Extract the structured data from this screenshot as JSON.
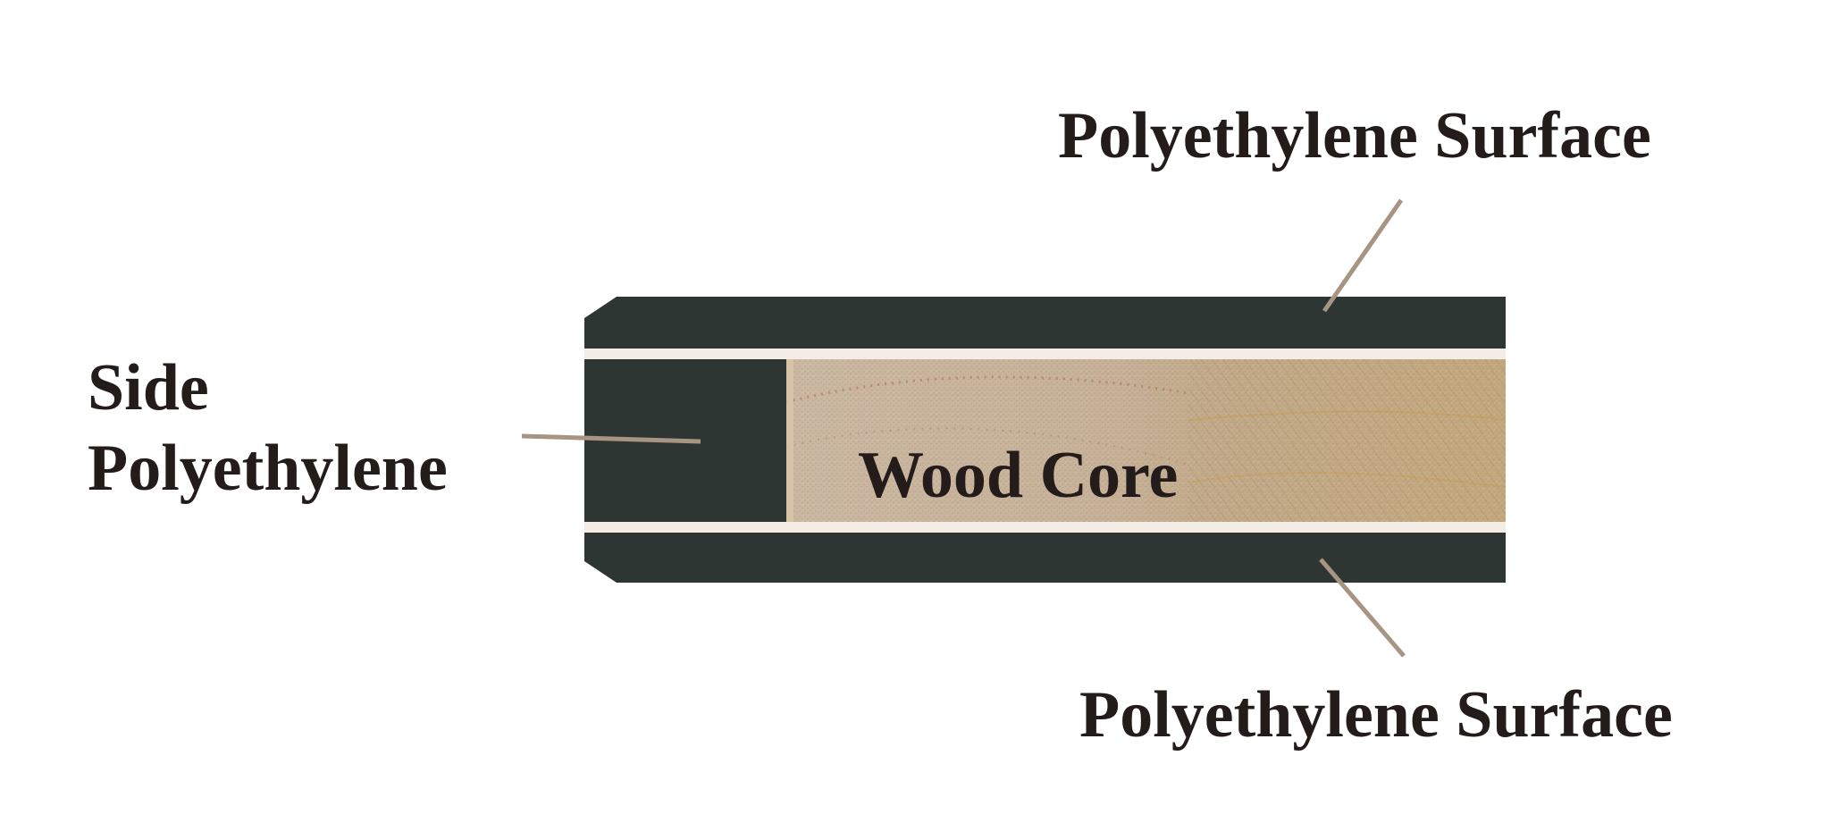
{
  "labels": {
    "top_surface": "Polyethylene Surface",
    "bottom_surface": "Polyethylene Surface",
    "side_line1": "Side",
    "side_line2": "Polyethylene",
    "core": "Wood Core"
  },
  "colors": {
    "polyethylene": "#2e3634",
    "separator": "#f3ede6",
    "wood_light": "#c9b39a",
    "wood_dark": "#a88e6d",
    "wood_grain": "#b07a52",
    "leader_line": "#a89482",
    "text": "#231c1b",
    "background": "#ffffff"
  }
}
